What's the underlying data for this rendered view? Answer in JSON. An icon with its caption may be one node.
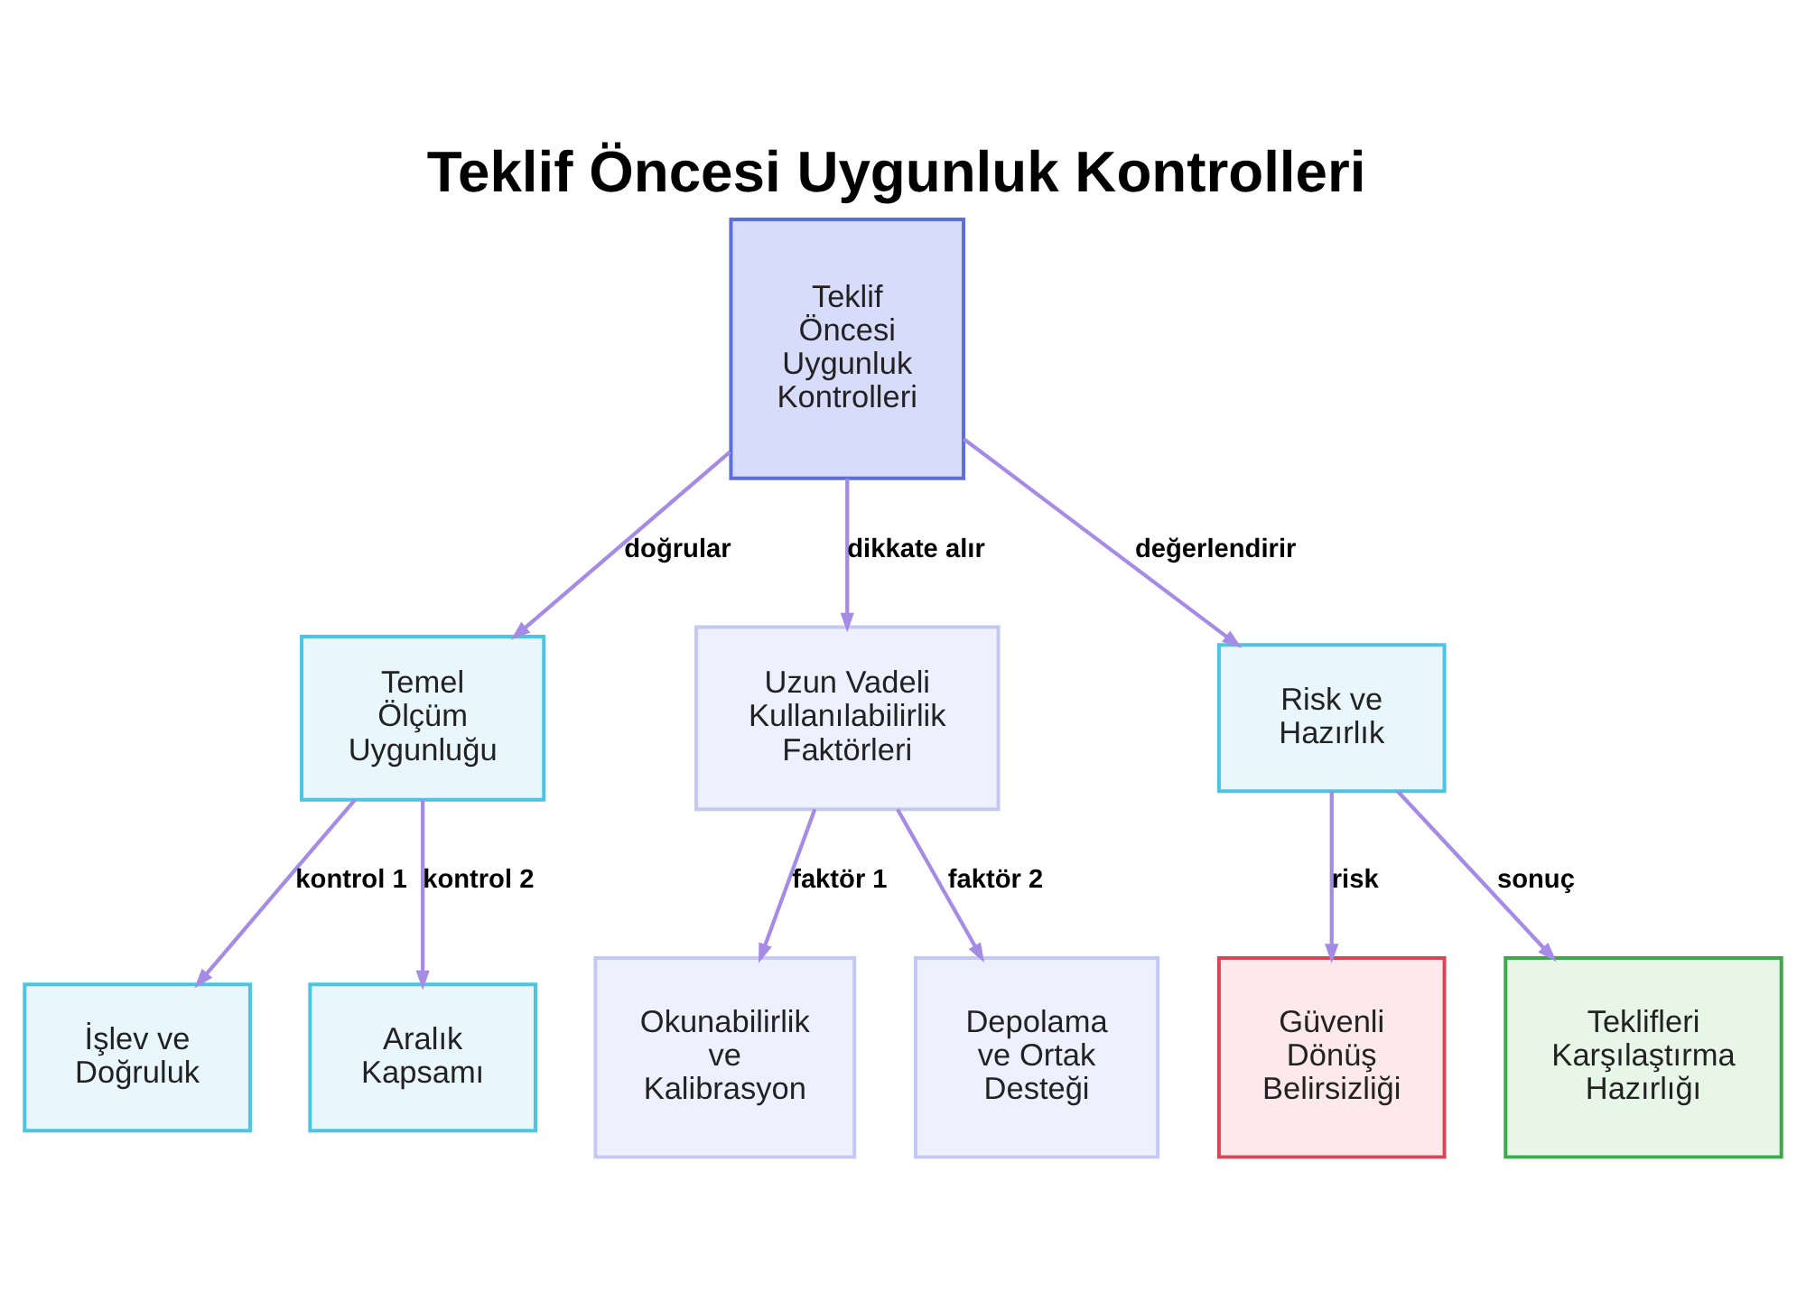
{
  "diagram": {
    "title": "Teklif Öncesi Uygunluk Kontrolleri",
    "nodes": [
      {
        "text": [
          "Teklif Öncesi Uygunluk Kontrolleri"
        ]
      },
      {
        "text": [
          "Temel Ölçüm Uygunluğu"
        ]
      },
      {
        "text": [
          "Uzun Vadeli Kullanılabilirlik Faktörleri"
        ]
      },
      {
        "text": [
          "Risk ve Hazırlık"
        ]
      },
      {
        "text": [
          "İşlev ve Doğruluk"
        ]
      },
      {
        "text": [
          "Aralık Kapsamı"
        ]
      },
      {
        "text": [
          "Okunabilirlik ve Kalibrasyon"
        ]
      },
      {
        "text": [
          "Depolama ve Ortak Desteği"
        ]
      },
      {
        "text": [
          "Güvenli Dönüş Belirsizliği"
        ]
      },
      {
        "text": [
          "Teklifleri Karşılaştırma Hazırlığı"
        ]
      }
    ],
    "edges": [
      {
        "from": 0,
        "to": 1,
        "arrow": "to",
        "label": "doğrular"
      },
      {
        "from": 0,
        "to": 2,
        "arrow": "to",
        "label": "dikkate alır"
      },
      {
        "from": 0,
        "to": 3,
        "arrow": "to",
        "label": "değerlendirir"
      },
      {
        "from": 1,
        "to": 4,
        "arrow": "to",
        "label": "kontrol 1"
      },
      {
        "from": 1,
        "to": 5,
        "arrow": "to",
        "label": "kontrol 2"
      },
      {
        "from": 2,
        "to": 6,
        "arrow": "to",
        "label": "faktör 1"
      },
      {
        "from": 2,
        "to": 7,
        "arrow": "to",
        "label": "faktör 2"
      },
      {
        "from": 3,
        "to": 8,
        "arrow": "to",
        "label": "risk"
      },
      {
        "from": 3,
        "to": 9,
        "arrow": "to",
        "label": "sonuç"
      }
    ]
  }
}
